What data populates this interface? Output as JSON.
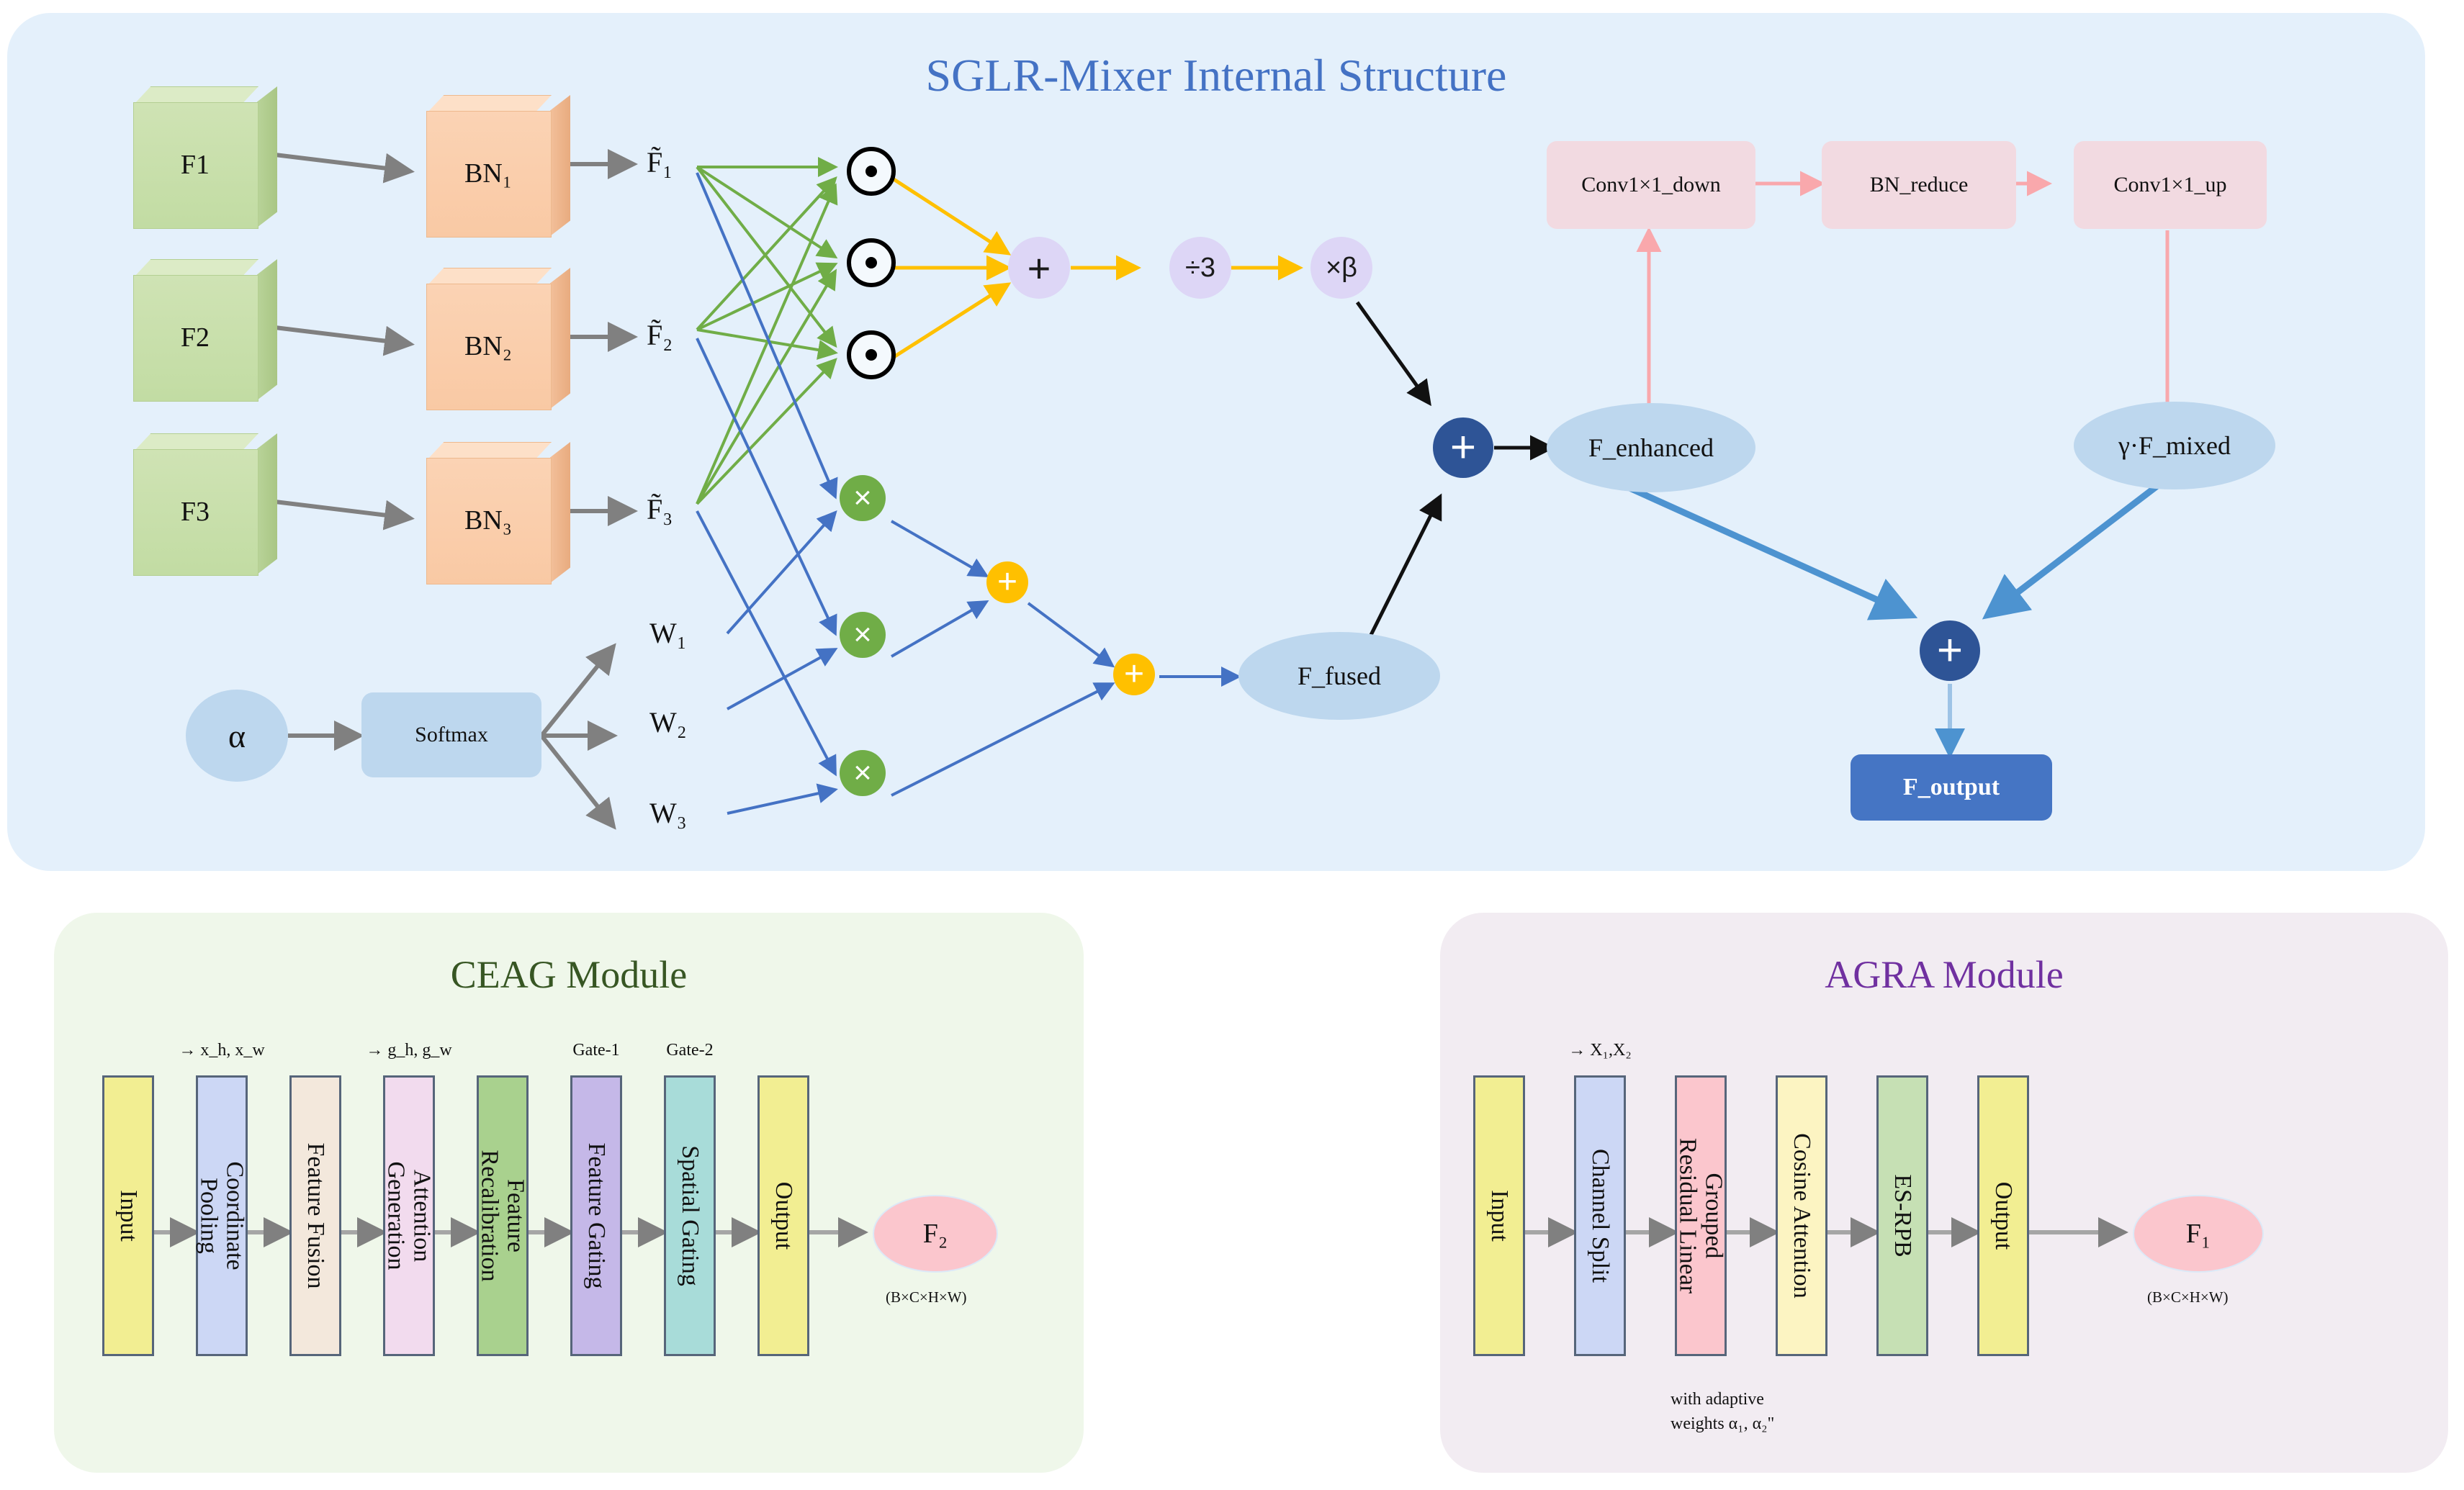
{
  "panels": {
    "sglr": {
      "title": "SGLR-Mixer Internal Structure",
      "accent": "#4472c4",
      "bg": "#e4f0fb"
    },
    "ceag": {
      "title": "CEAG Module",
      "accent": "#375623",
      "bg": "#eff7ea"
    },
    "agra": {
      "title": "AGRA Module",
      "accent": "#7030a0",
      "bg": "#f2ecf2"
    }
  },
  "sglr": {
    "inputs": [
      "F1",
      "F2",
      "F3"
    ],
    "bn": [
      "BN₁",
      "BN₂",
      "BN₃"
    ],
    "tilde": [
      "F̃₁",
      "F̃₂",
      "F̃₃"
    ],
    "alpha": "α",
    "softmax": "Softmax",
    "weights": [
      "W₁",
      "W₂",
      "W₃"
    ],
    "hadamard_symbol": "⊙",
    "multiply_symbol": "×",
    "plus_symbol": "+",
    "mean_op": "÷3",
    "beta_op": "×β",
    "f_fused": "F_fused",
    "f_enhanced": "F_enhanced",
    "f_mixed": "γ·F_mixed",
    "f_output": "F_output",
    "bottleneck": [
      "Conv1×1_down",
      "BN_reduce",
      "Conv1×1_up"
    ],
    "colors": {
      "hadamard_arrow": "#ffc000",
      "green_arrow": "#70ad47",
      "blue_arrow": "#4472c4",
      "pink_arrow": "#f9a8ac",
      "navy_node": "#2e5496",
      "lavender_node": "#ddd6f6",
      "light_blue_node": "#bdd7ee",
      "pink_box": "#f2dae1",
      "output_box": "#4575c4"
    }
  },
  "ceag": {
    "stages": [
      {
        "label": "Input",
        "fill": "#f2ee92",
        "cap": ""
      },
      {
        "label": "Coordinate\nPooling",
        "fill": "#ccd7f5",
        "cap": "→ x_h, x_w"
      },
      {
        "label": "Feature Fusion",
        "fill": "#f3e8dc",
        "cap": ""
      },
      {
        "label": "Attention\nGeneration",
        "fill": "#f2dbee",
        "cap": "→ g_h, g_w"
      },
      {
        "label": "Feature\nRecalibration",
        "fill": "#a9d18e",
        "cap": ""
      },
      {
        "label": "Feature Gating",
        "fill": "#c5b8e8",
        "cap": "Gate-1"
      },
      {
        "label": "Spatial Gating",
        "fill": "#a8dcd9",
        "cap": "Gate-2"
      },
      {
        "label": "Output",
        "fill": "#f2ee92",
        "cap": ""
      }
    ],
    "result": "F₂",
    "result_shape": "(B×C×H×W)"
  },
  "agra": {
    "stages": [
      {
        "label": "Input",
        "fill": "#f2ee92",
        "cap": ""
      },
      {
        "label": "Channel Split",
        "fill": "#ccd7f5",
        "cap": "→ X₁,X₂"
      },
      {
        "label": "Grouped\nResidual Linear",
        "fill": "#fbc6cd",
        "cap": ""
      },
      {
        "label": "Cosine Attention",
        "fill": "#fcf4c2",
        "cap": ""
      },
      {
        "label": "ES-RPB",
        "fill": "#c6e0b4",
        "cap": ""
      },
      {
        "label": "Output",
        "fill": "#f2ee92",
        "cap": ""
      }
    ],
    "note": "with adaptive\nweights α₁, α₂\"",
    "result": "F₁",
    "result_shape": "(B×C×H×W)"
  }
}
